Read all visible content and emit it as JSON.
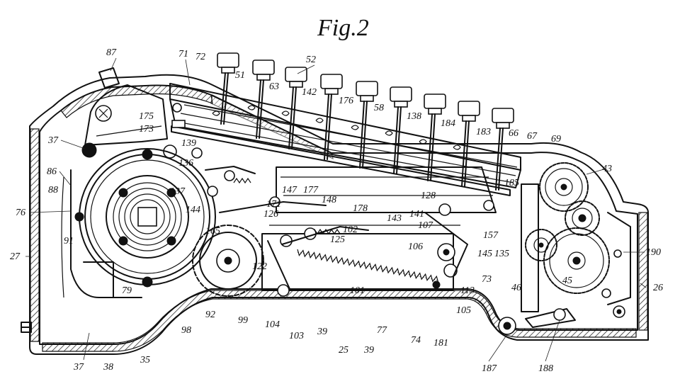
{
  "figure": {
    "title": "Fig.2",
    "ink_color": "#111111",
    "paper_color": "#ffffff"
  },
  "reference_numerals": [
    "87",
    "71",
    "72",
    "52",
    "51",
    "63",
    "142",
    "176",
    "58",
    "138",
    "184",
    "183",
    "66",
    "67",
    "69",
    "43",
    "37",
    "175",
    "173",
    "139",
    "136",
    "86",
    "88",
    "137",
    "147",
    "177",
    "148",
    "128",
    "185",
    "76",
    "144",
    "171",
    "178",
    "141",
    "143",
    "126",
    "107",
    "157",
    "102",
    "125",
    "106",
    "145",
    "135",
    "190",
    "165",
    "91",
    "27",
    "122",
    "101",
    "73",
    "46",
    "45",
    "113",
    "26",
    "79",
    "92",
    "99",
    "98",
    "104",
    "103",
    "39",
    "25",
    "77",
    "105",
    "74",
    "181",
    "187",
    "188",
    "37",
    "38",
    "35",
    "39"
  ]
}
